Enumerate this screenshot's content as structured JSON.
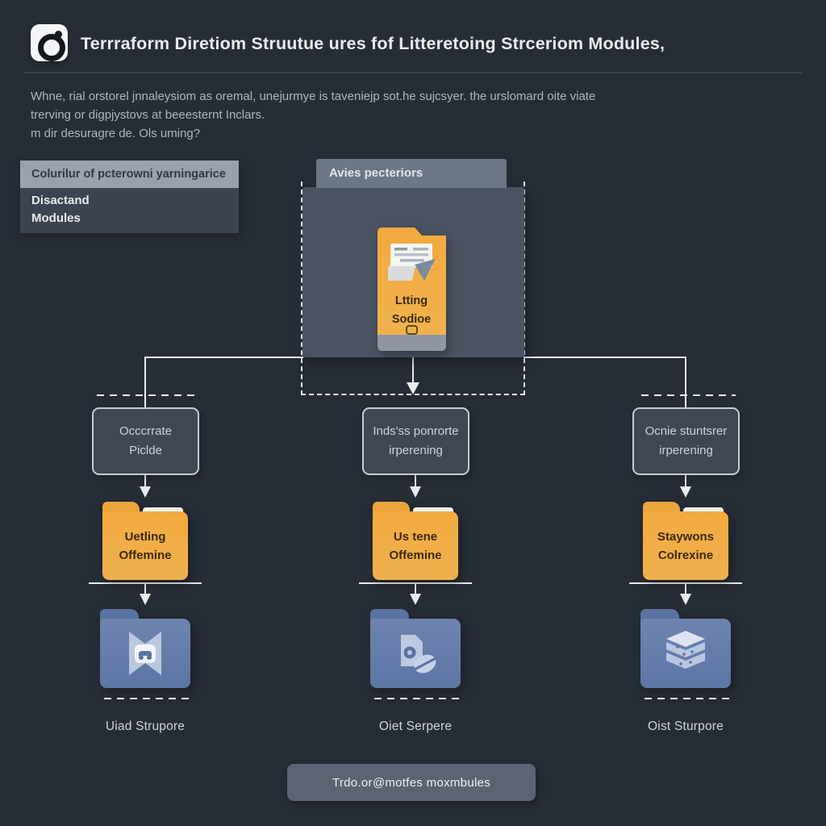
{
  "header": {
    "title": "Terrraform Diretiom Struutue ures fof Litteretoing Strceriom Modules,",
    "logo": "terraform-logo"
  },
  "intro": {
    "line1": "Whne, rial orstorel jnnaleysiom as oremal, unejurmye is taveniejp sot.he sujcsyer. the urslomard oite viate",
    "line2": "trerving or digpjystovs at beeesternt Inclars.",
    "line3": "m dir desuragre de. Ols uming?"
  },
  "legend": {
    "header": "Colurilur of pcterowni yarningarice",
    "row1": "Disactand",
    "row2": "Modules"
  },
  "root": {
    "tab_label": "Avies pecteriors",
    "folder_line1": "Ltting",
    "folder_line2": "Sodioe"
  },
  "columns": [
    {
      "box_line1": "Occcrrate",
      "box_line2": "Piclde",
      "folder_line1": "Uetling",
      "folder_line2": "Offemine",
      "icon": "game-banner-icon",
      "caption": "Uiad Strupore"
    },
    {
      "box_line1": "Inds'ss ponrorte",
      "box_line2": "irperening",
      "folder_line1": "Us tene",
      "folder_line2": "Offemine",
      "icon": "media-file-icon",
      "caption": "Oiet Serpere"
    },
    {
      "box_line1": "Ocnie stuntsrer",
      "box_line2": "irperening",
      "folder_line1": "Staywons",
      "folder_line2": "Colrexine",
      "icon": "layer-stack-icon",
      "caption": "Oist Sturpore"
    }
  ],
  "footer": {
    "button_label": "Trdo.or@motfes moxmbules"
  },
  "colors": {
    "background": "#272d36",
    "accent_orange": "#f2a93e",
    "accent_blue": "#5f78a6",
    "line": "#e9ecef"
  }
}
